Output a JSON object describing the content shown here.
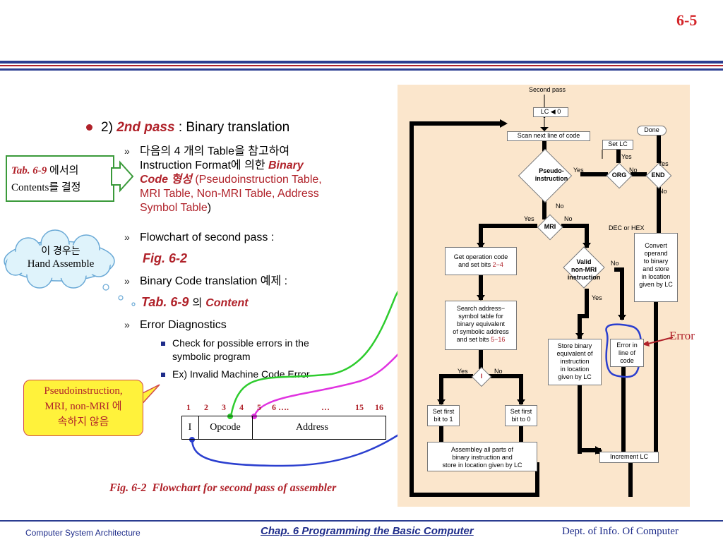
{
  "page_number": "6-5",
  "bullets": {
    "main_prefix": "2)",
    "main_title": "2nd pass",
    "main_rest": ": Binary translation",
    "sub1_line1": "다음의 4 개의 Table을 참고하여",
    "sub1_line2_a": "Instruction Format에 의한",
    "sub1_line2_b": "Binary",
    "sub1_line3_a": "Code 형성",
    "sub1_line3_b": "(Pseudoinstruction Table,",
    "sub1_line4": "MRI Table, Non-MRI Table, Address",
    "sub1_line5_a": "Symbol Table",
    "sub1_line5_b": ")",
    "sub2": "Flowchart of second pass :",
    "sub2_ref": "Fig. 6-2",
    "sub3": "Binary Code translation 예제 :",
    "sub3_ref_a": "Tab. 6-9",
    "sub3_ref_b": "의",
    "sub3_ref_c": "Content",
    "sub4": "Error Diagnostics",
    "sub4_item1_line1": "Check for possible errors in the",
    "sub4_item1_line2": "symbolic program",
    "sub4_item2": "Ex) Invalid Machine Code Error",
    "chevron": "»"
  },
  "callouts": {
    "tab_line1_a": "Tab. 6-9",
    "tab_line1_b": "에서의",
    "tab_line2": "Contents를 결정",
    "cloud_line1": "이 경우는",
    "cloud_line2": "Hand Assemble",
    "pseudo_line1": "Pseudoinstruction,",
    "pseudo_line2": "MRI, non-MRI 에",
    "pseudo_line3": "속하지 않음"
  },
  "instruction_format": {
    "bit_numbers": [
      "1",
      "2",
      "3",
      "4",
      "5",
      "6 ….",
      "…",
      "15",
      "16"
    ],
    "fields": [
      "I",
      "Opcode",
      "Address"
    ]
  },
  "caption": {
    "label": "Fig. 6-2",
    "text": "Flowchart for second pass of assembler"
  },
  "flowchart": {
    "start": "Second pass",
    "init": "LC ◀ 0",
    "scan": "Scan next line of code",
    "set_lc": "Set LC",
    "done": "Done",
    "pseudo_decision": "Pseudo-\ninstruction",
    "org": "ORG",
    "end": "END",
    "mri": "MRI",
    "dec_hex": "DEC or HEX",
    "convert": "Convert\noperand\nto binary\nand store\nin location\ngiven by LC",
    "get_op": "Get operation code\nand set bits",
    "get_op_bits": "2−4",
    "valid": "Valid\nnon-MRI\ninstruction",
    "search": "Search address−\nsymbol table for\nbinary equivalent\nof symbolic address\nand set bits",
    "search_bits": "5−16",
    "store_binary": "Store binary\nequivalent of\ninstruction\nin location\ngiven by LC",
    "error_line": "Error in\nline of\ncode",
    "i_decision": "I",
    "set_first_1": "Set first\nbit to 1",
    "set_first_0": "Set first\nbit to 0",
    "assemble": "Assembley all parts of\nbinary instruction and\nstore in location given by LC",
    "increment": "Increment  LC",
    "yes": "Yes",
    "no": "No",
    "error_label": "Error"
  },
  "footer": {
    "left": "Computer System Architecture",
    "center": "Chap. 6  Programming the Basic Computer",
    "right": "Dept. of Info. Of Computer"
  },
  "colors": {
    "accent_red": "#b0222a",
    "rule_blue": "#2b3d91",
    "panel_bg": "#fbe6cc",
    "green": "#2ecc2e",
    "magenta": "#e033e0",
    "blue": "#2b3fcf"
  }
}
